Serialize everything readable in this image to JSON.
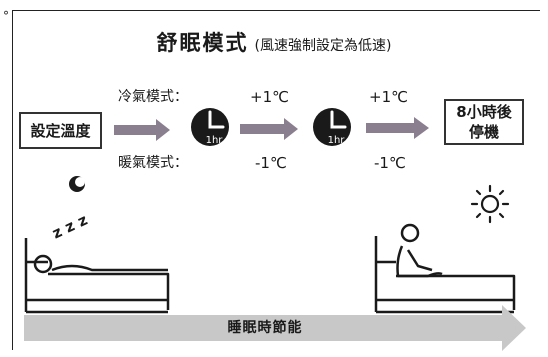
{
  "title": "舒眠模式",
  "subtitle": "(風速強制設定為低速)",
  "start_box": "設定溫度",
  "end_box": "8小時後\n停機",
  "cooling_label": "冷氣模式：",
  "heating_label": "暖氣模式：",
  "cooling_steps": [
    "+1℃",
    "+1℃"
  ],
  "heating_steps": [
    "-1℃",
    "-1℃"
  ],
  "clock_label": "1hr",
  "clock_count": 2,
  "bottom_label": "睡眠時節能",
  "sleep_text": "z z z",
  "icons": [
    "moon-icon",
    "sun-icon",
    "clock-icon",
    "arrow-icon",
    "sleeping-person-icon",
    "waking-person-icon"
  ],
  "colors": {
    "arrow": "#8a7f8f",
    "bar": "#c8c8c8",
    "clock": "#1a1a1a",
    "text": "#1a1a1a"
  }
}
